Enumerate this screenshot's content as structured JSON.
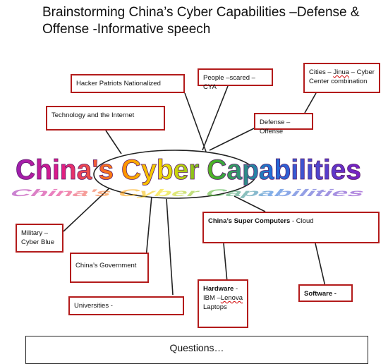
{
  "title": "Brainstorming China’s Cyber Capabilities –Defense & Offense -Informative speech",
  "center_text": "China's Cyber Capabilities",
  "nodes": {
    "hacker": "Hacker Patriots Nationalized",
    "people": "People –scared –CYA",
    "cities_a": "Cities – ",
    "cities_b": "Jinua",
    "cities_c": " – Cyber Center combination",
    "technology": "Technology and the Internet",
    "defense": "Defense – Offense",
    "military": "Military – Cyber Blue",
    "government": "China’s Government",
    "supercomputers_bold": "China’s Super Computers",
    "supercomputers_rest": " - Cloud",
    "universities": "Universities -",
    "hardware_bold": "Hardware",
    "hardware_a": " - IBM –",
    "hardware_b": "Lenova",
    "hardware_c": " Laptops",
    "software": "Software -"
  },
  "questions": "Questions…",
  "colors": {
    "box_border": "#b31b1b",
    "line": "#222222"
  }
}
